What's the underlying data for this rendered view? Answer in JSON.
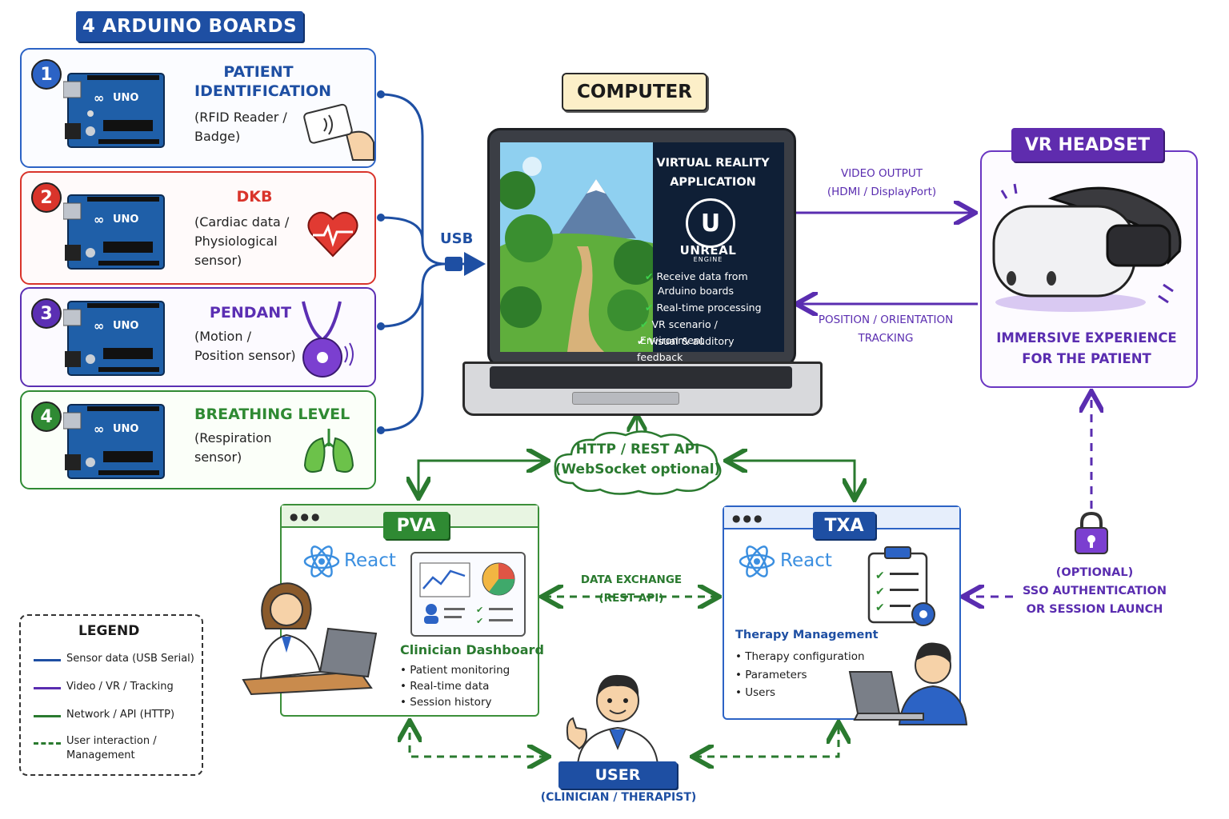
{
  "title": "4 ARDUINO BOARDS",
  "boards": [
    {
      "number": "1",
      "title_lines": [
        "PATIENT",
        "IDENTIFICATION"
      ],
      "desc_lines": [
        "(RFID Reader /",
        "Badge)"
      ],
      "color": "#2c63c5",
      "icon": "rfid-card-icon"
    },
    {
      "number": "2",
      "title_lines": [
        "DKB"
      ],
      "desc_lines": [
        "(Cardiac data /",
        "Physiological",
        "sensor)"
      ],
      "color": "#d9342b",
      "icon": "heart-icon"
    },
    {
      "number": "3",
      "title_lines": [
        "PENDANT"
      ],
      "desc_lines": [
        "(Motion /",
        "Position sensor)"
      ],
      "color": "#5b2fb3",
      "icon": "pendant-icon"
    },
    {
      "number": "4",
      "title_lines": [
        "BREATHING LEVEL"
      ],
      "desc_lines": [
        "(Respiration",
        "sensor)"
      ],
      "color": "#2f8a33",
      "icon": "lungs-icon"
    }
  ],
  "uno_label": "UNO",
  "usb_label": "USB",
  "computer": {
    "label": "COMPUTER",
    "app_title_lines": [
      "VIRTUAL REALITY",
      "APPLICATION"
    ],
    "engine_word": "UNREAL",
    "engine_sub": "ENGINE",
    "features": [
      "Receive data from",
      "Arduino boards",
      "Real-time processing",
      "VR scenario / Environment",
      "Visual & auditory feedback"
    ]
  },
  "video_output": [
    "VIDEO OUTPUT",
    "(HDMI / DisplayPort)"
  ],
  "tracking": [
    "POSITION / ORIENTATION",
    "TRACKING"
  ],
  "vr_headset": {
    "title": "VR HEADSET",
    "caption_lines": [
      "IMMERSIVE EXPERIENCE",
      "FOR THE PATIENT"
    ]
  },
  "sso": [
    "(OPTIONAL)",
    "SSO AUTHENTICATION",
    "OR SESSION LAUNCH"
  ],
  "http": [
    "HTTP / REST API",
    "(WebSocket optional)"
  ],
  "data_exchange": [
    "DATA EXCHANGE",
    "(REST API)"
  ],
  "pva": {
    "tag": "PVA",
    "react": "React",
    "dashboard_title": "Clinician Dashboard",
    "items": [
      "• Patient monitoring",
      "• Real-time data",
      "• Session history"
    ]
  },
  "txa": {
    "tag": "TXA",
    "react": "React",
    "title": "Therapy Management",
    "items": [
      "• Therapy configuration",
      "• Parameters",
      "• Users"
    ]
  },
  "user": {
    "label": "USER",
    "sub": "(CLINICIAN / THERAPIST)"
  },
  "legend": {
    "title": "LEGEND",
    "items": [
      {
        "label": "Sensor data (USB Serial)",
        "color": "#1e4fa3",
        "style": "solid"
      },
      {
        "label": "Video / VR / Tracking",
        "color": "#5a2db0",
        "style": "solid"
      },
      {
        "label": "Network / API (HTTP)",
        "color": "#2a7a2f",
        "style": "solid"
      },
      {
        "label_lines": [
          "User interaction /",
          "Management"
        ],
        "color": "#2a7a2f",
        "style": "dashed"
      }
    ]
  },
  "colors": {
    "blue": "#1e4fa3",
    "purple": "#5a2db0",
    "green": "#2a7a2f",
    "red": "#d9342b"
  }
}
